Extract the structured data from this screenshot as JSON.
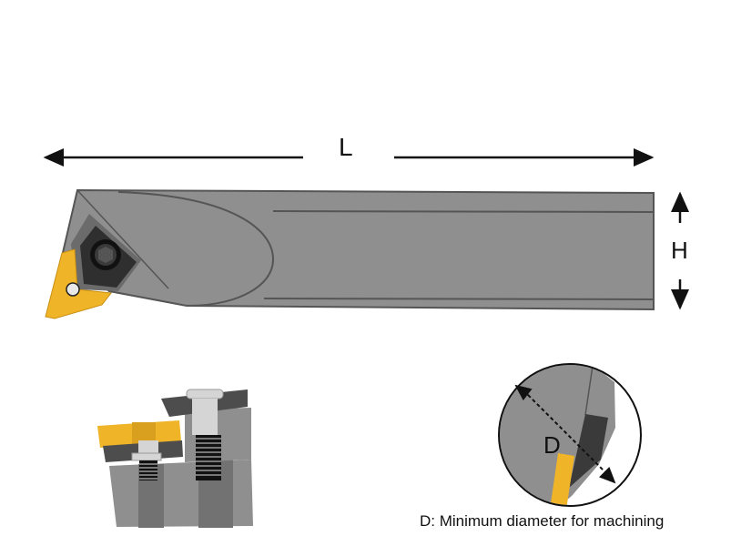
{
  "labels": {
    "length": "L",
    "height": "H",
    "diameter": "D"
  },
  "caption": "D: Minimum diameter for machining",
  "colors": {
    "body": "#8f8f8f",
    "outline": "#555555",
    "insert": "#f0b429",
    "clamp": "#3a3a3a"
  }
}
